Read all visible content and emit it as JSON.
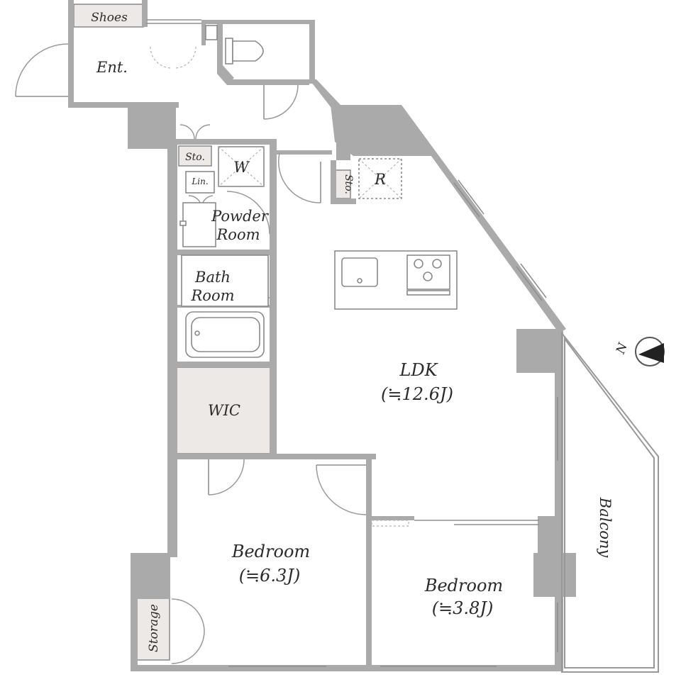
{
  "rooms": {
    "shoes": "Shoes",
    "entrance": "Ent.",
    "storage_small_1": "Sto.",
    "storage_small_2": "Sto.",
    "washer": "W",
    "linen": "Lin.",
    "refrigerator": "R",
    "powder_room_line1": "Powder",
    "powder_room_line2": "Room",
    "bath_room_line1": "Bath",
    "bath_room_line2": "Room",
    "wic": "WIC",
    "ldk_name": "LDK",
    "ldk_size": "(≒12.6J)",
    "bedroom_1_name": "Bedroom",
    "bedroom_1_size": "(≒6.3J)",
    "bedroom_2_name": "Bedroom",
    "bedroom_2_size": "(≒3.8J)",
    "storage": "Storage",
    "balcony": "Balcony"
  },
  "compass": {
    "label": "N"
  },
  "colors": {
    "wall": "#aaaaaa",
    "storage_fill": "#ece9e6",
    "line": "#8f8f8f",
    "text": "#2b2b2b"
  }
}
